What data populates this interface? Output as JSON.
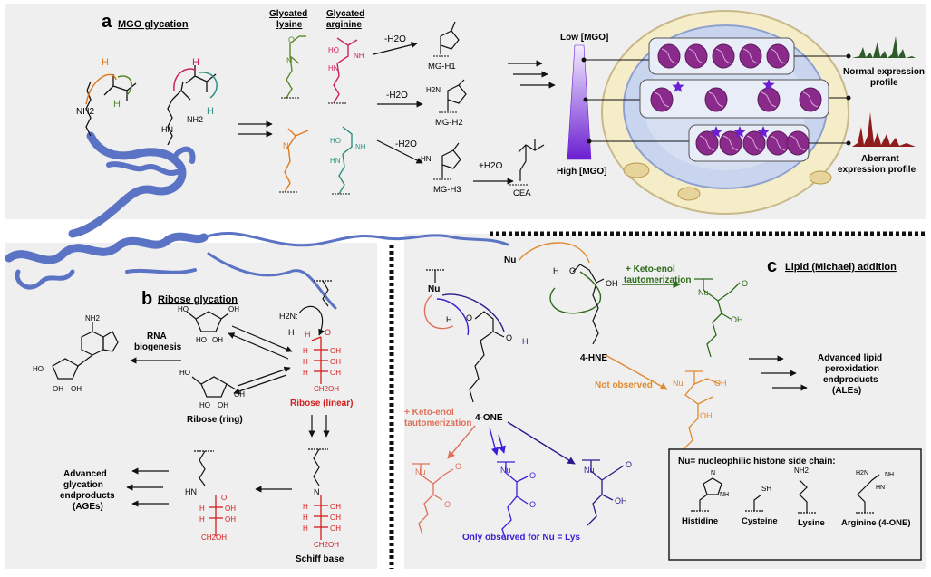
{
  "panels": {
    "a": {
      "letter": "a",
      "title": "MGO glycation"
    },
    "b": {
      "letter": "b",
      "title": "Ribose glycation"
    },
    "c": {
      "letter": "c",
      "title": "Lipid (Michael) addition"
    }
  },
  "panel_a": {
    "col_glycated_lysine": [
      "Glycated",
      "lysine"
    ],
    "col_glycated_arginine": [
      "Glycated",
      "arginine"
    ],
    "dehydration": "-H2O",
    "products": [
      "MG-H1",
      "MG-H2",
      "MG-H3"
    ],
    "ceA_step": "+H2O",
    "ceA": "CEA",
    "mgo_low": "Low [MGO]",
    "mgo_high": "High [MGO]",
    "normal_profile": [
      "Normal expression",
      "profile"
    ],
    "aberrant_profile": [
      "Aberrant",
      "expression profile"
    ],
    "nh2": "NH2",
    "h_plus": "H"
  },
  "panel_b": {
    "rna_biogenesis": [
      "RNA",
      "biogenesis"
    ],
    "ribose_ring": "Ribose (ring)",
    "ribose_linear": "Ribose (linear)",
    "schiff_base": "Schiff base",
    "ages": [
      "Advanced",
      "glycation",
      "endproducts",
      "(AGEs)"
    ]
  },
  "panel_c": {
    "keto_enol_green": [
      "+ Keto-enol",
      "tautomerization"
    ],
    "hne": "4-HNE",
    "one": "4-ONE",
    "not_observed": "Not observed",
    "keto_enol_salmon": [
      "+ Keto-enol",
      "tautomerization"
    ],
    "only_observed": "Only observed for Nu = Lys",
    "ales": [
      "Advanced lipid",
      "peroxidation",
      "endproducts",
      "(ALEs)"
    ],
    "nu": "Nu",
    "legend_title": "Nu= nucleophilic histone side chain:",
    "legend_items": [
      "Histidine",
      "Cysteine",
      "Lysine",
      "Arginine (4-ONE)"
    ]
  },
  "colors": {
    "panel_bg": "#efefef",
    "protein": "#5b73c4",
    "nucleosome": "#8a2a8a",
    "star": "#6a1fd1",
    "normal_peaks": "#2f5a2a",
    "aberrant_peaks": "#8f1d1d",
    "lysine_green": "#5a8a2a",
    "lysine_orange": "#e07b1f",
    "arginine_pink": "#d0205f",
    "arginine_teal": "#2f8f80",
    "ribose_red": "#d41c1c",
    "hne_green": "#2e6b1a",
    "one_salmon": "#e0705a",
    "one_blue": "#3a1fd6",
    "one_navy": "#2a1a8a",
    "hne_orange": "#e08a30"
  }
}
